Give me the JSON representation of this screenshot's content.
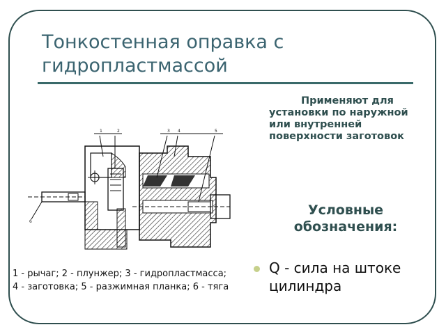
{
  "slide": {
    "title": "Тонкостенная оправка с гидропластмассой",
    "apply_text": "Применяют для установки по наружной или внутренней поверхности заготовок",
    "legend_heading": "Условные обозначения:",
    "bullet": "Q - сила на штоке цилиндра",
    "caption_line1": "1 - рычаг; 2 - плунжер; 3 - гидропластмасса;",
    "caption_line2": "4 - заготовка; 5 - разжимная планка; 6 - тяга"
  },
  "figure": {
    "callouts": [
      "1",
      "2",
      "3",
      "4",
      "5",
      "6"
    ]
  },
  "colors": {
    "frame": "#2f4f4f",
    "title": "#3b6470",
    "rule": "#3a6a6a",
    "bullet": "#c6d08b"
  }
}
